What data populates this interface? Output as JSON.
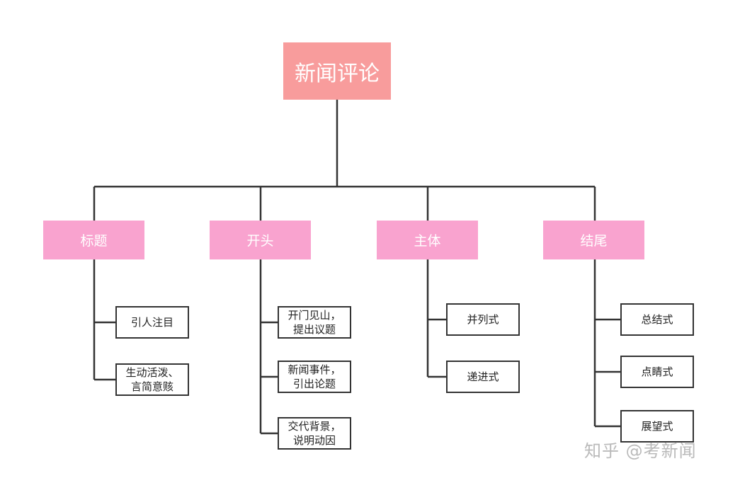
{
  "root": {
    "label": "新闻评论"
  },
  "categories": [
    {
      "label": "标题",
      "items": [
        "引人注目",
        "生动活泼、\n言简意赅"
      ]
    },
    {
      "label": "开头",
      "items": [
        "开门见山，\n提出议题",
        "新闻事件，\n引出论题",
        "交代背景，\n说明动因"
      ]
    },
    {
      "label": "主体",
      "items": [
        "并列式",
        "递进式"
      ]
    },
    {
      "label": "结尾",
      "items": [
        "总结式",
        "点睛式",
        "展望式"
      ]
    }
  ],
  "watermark": "知乎 @考新闻",
  "colors": {
    "root": "#f89c9c",
    "category": "#f9a3cf",
    "line": "#333333"
  }
}
